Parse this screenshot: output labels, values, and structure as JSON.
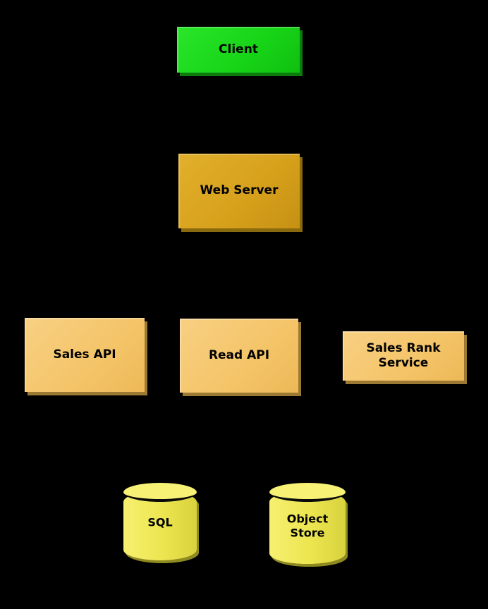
{
  "diagram": {
    "background_color": "#000000",
    "nodes": {
      "client": {
        "label": "Client",
        "shape": "box",
        "color": "#17d417"
      },
      "web_server": {
        "label": "Web Server",
        "shape": "box",
        "color": "#d6a01b"
      },
      "sales_api": {
        "label": "Sales API",
        "shape": "box",
        "color": "#f4c468"
      },
      "read_api": {
        "label": "Read API",
        "shape": "box",
        "color": "#f4c468"
      },
      "sales_rank_service": {
        "label": "Sales Rank Service",
        "shape": "box",
        "color": "#f4c468"
      },
      "sql": {
        "label": "SQL",
        "shape": "cylinder",
        "color": "#ece54f"
      },
      "object_store": {
        "label": "Object Store",
        "shape": "cylinder",
        "color": "#ece54f"
      }
    }
  }
}
